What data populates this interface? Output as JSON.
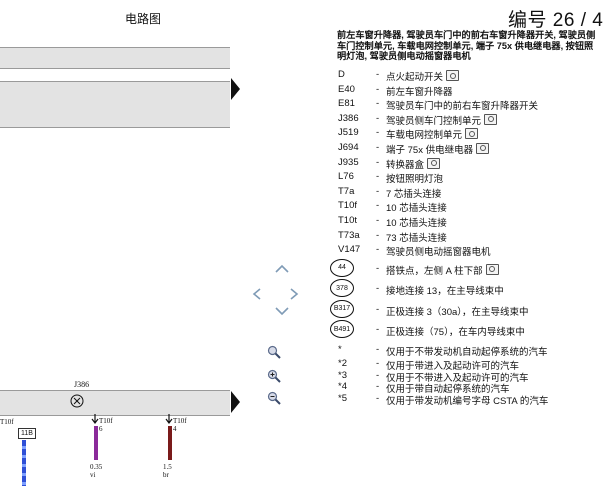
{
  "header": {
    "title": "电路图",
    "page_label": "编号 26 / 4"
  },
  "description": "前左车窗升降器, 驾驶员车门中的前右车窗升降器开关, 驾驶员侧车门控制单元, 车载电网控制单元, 端子 75x 供电继电器, 按钮照明灯泡, 驾驶员侧电动摇窗器电机",
  "diagram": {
    "component": "J386",
    "pin_box": "11B",
    "connectors": [
      {
        "label": "T10f",
        "pin": ""
      },
      {
        "label": "T10f",
        "pin": "6"
      },
      {
        "label": "T10f",
        "pin": "4"
      }
    ],
    "wires": [
      {
        "size": "0.35",
        "color_code": "vi"
      },
      {
        "size": "1.5",
        "color_code": "br"
      }
    ],
    "wire_colors": {
      "left": "#2f4fd6",
      "middle": "#8b2a9a",
      "right": "#7a1a1a"
    }
  },
  "legend": [
    {
      "code": "D",
      "text": "点火起动开关",
      "camera": true
    },
    {
      "code": "E40",
      "text": "前左车窗升降器",
      "camera": false
    },
    {
      "code": "E81",
      "text": "驾驶员车门中的前右车窗升降器开关",
      "camera": false
    },
    {
      "code": "J386",
      "text": "驾驶员侧车门控制单元",
      "camera": true
    },
    {
      "code": "J519",
      "text": "车载电网控制单元",
      "camera": true
    },
    {
      "code": "J694",
      "text": "端子 75x 供电继电器",
      "camera": true
    },
    {
      "code": "J935",
      "text": "转换器盒",
      "camera": true
    },
    {
      "code": "L76",
      "text": "按钮照明灯泡",
      "camera": false
    },
    {
      "code": "T7a",
      "text": "7 芯插头连接",
      "camera": false
    },
    {
      "code": "T10f",
      "text": "10 芯插头连接",
      "camera": false
    },
    {
      "code": "T10t",
      "text": "10 芯插头连接",
      "camera": false
    },
    {
      "code": "T73a",
      "text": "73 芯插头连接",
      "camera": false
    },
    {
      "code": "V147",
      "text": "驾驶员侧电动摇窗器电机",
      "camera": false
    }
  ],
  "badges": [
    {
      "code": "44",
      "text": "搭铁点，左侧 A 柱下部",
      "camera": true
    },
    {
      "code": "378",
      "text": "接地连接 13，在主导线束中",
      "camera": false
    },
    {
      "code": "B317",
      "text": "正极连接 3（30a），在主导线束中",
      "camera": false
    },
    {
      "code": "B491",
      "text": "正极连接（75），在车内导线束中",
      "camera": false
    }
  ],
  "notes": [
    {
      "code": "*",
      "text": "仅用于不带发动机自动起停系统的汽车"
    },
    {
      "code": "*2",
      "text": "仅用于带进入及起动许可的汽车"
    },
    {
      "code": "*3",
      "text": "仅用于不带进入及起动许可的汽车"
    },
    {
      "code": "*4",
      "text": "仅用于带自动起停系统的汽车"
    },
    {
      "code": "*5",
      "text": "仅用于带发动机编号字母 CSTA 的汽车"
    }
  ],
  "dash": "-",
  "icons": {
    "nav": [
      "chevron-up-icon",
      "chevron-left-icon",
      "chevron-right-icon",
      "chevron-down-icon"
    ],
    "zoom": [
      "zoom-fit-icon",
      "zoom-in-icon",
      "zoom-out-icon"
    ],
    "photo": "camera-icon"
  }
}
